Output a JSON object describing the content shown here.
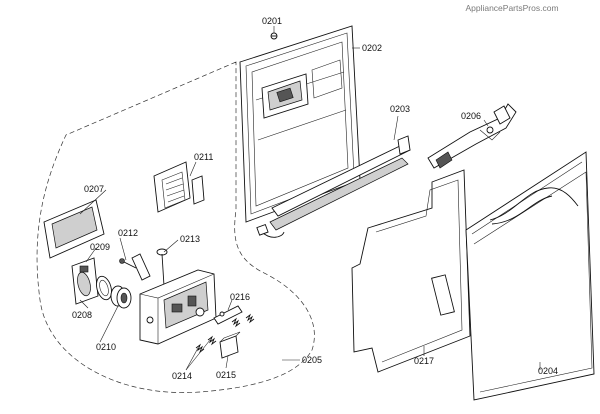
{
  "watermark": "AppliancePartsPros.com",
  "callouts": {
    "p0201": "0201",
    "p0202": "0202",
    "p0203": "0203",
    "p0204": "0204",
    "p0205": "0205",
    "p0206": "0206",
    "p0207": "0207",
    "p0208": "0208",
    "p0209": "0209",
    "p0210": "0210",
    "p0211": "0211",
    "p0212": "0212",
    "p0213": "0213",
    "p0214": "0214",
    "p0215": "0215",
    "p0216": "0216",
    "p0217": "0217"
  }
}
